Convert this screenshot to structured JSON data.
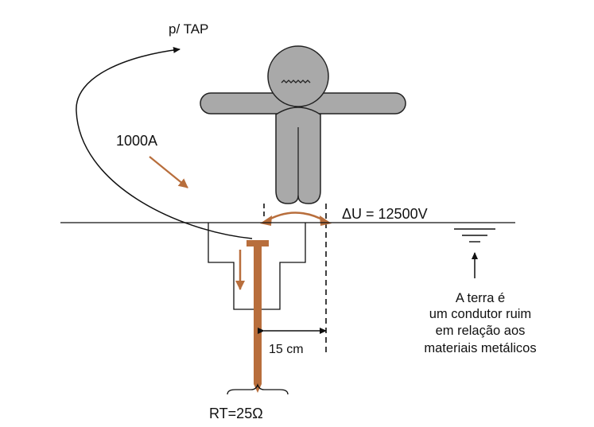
{
  "labels": {
    "tap": "p/ TAP",
    "current": "1000A",
    "voltage": "ΔU = 12500V",
    "distance": "15 cm",
    "resistance": "RT=25Ω",
    "note_line1": "A terra é",
    "note_line2": "um condutor ruim",
    "note_line3": "em relação aos",
    "note_line4": "materiais metálicos"
  },
  "colors": {
    "rod": "#b86e3c",
    "person": "#a9a9a9",
    "line": "#111111"
  }
}
